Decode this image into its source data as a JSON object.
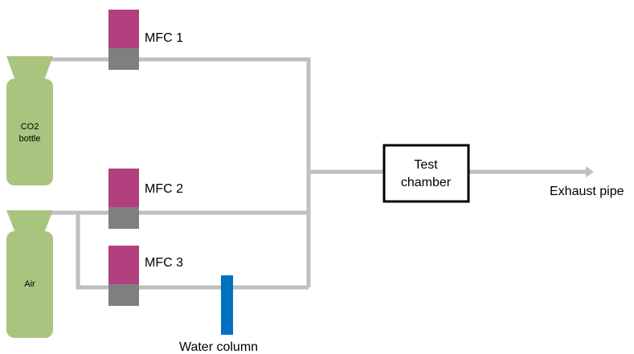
{
  "cylinders": [
    {
      "label_lines": [
        "CO2",
        "bottle"
      ]
    },
    {
      "label_lines": [
        "Air"
      ]
    }
  ],
  "mfcs": [
    {
      "label": "MFC 1"
    },
    {
      "label": "MFC 2"
    },
    {
      "label": "MFC 3"
    }
  ],
  "test_chamber": {
    "label_lines": [
      "Test",
      "chamber"
    ]
  },
  "exhaust": {
    "label": "Exhaust pipe"
  },
  "water_column": {
    "label": "Water column"
  },
  "colors": {
    "cylinder": "#a9c47f",
    "pipe": "#bfbfbf",
    "mfc_top": "#b2407f",
    "mfc_base": "#7f7f7f",
    "water": "#0070c0",
    "chamber_border": "#000000"
  }
}
